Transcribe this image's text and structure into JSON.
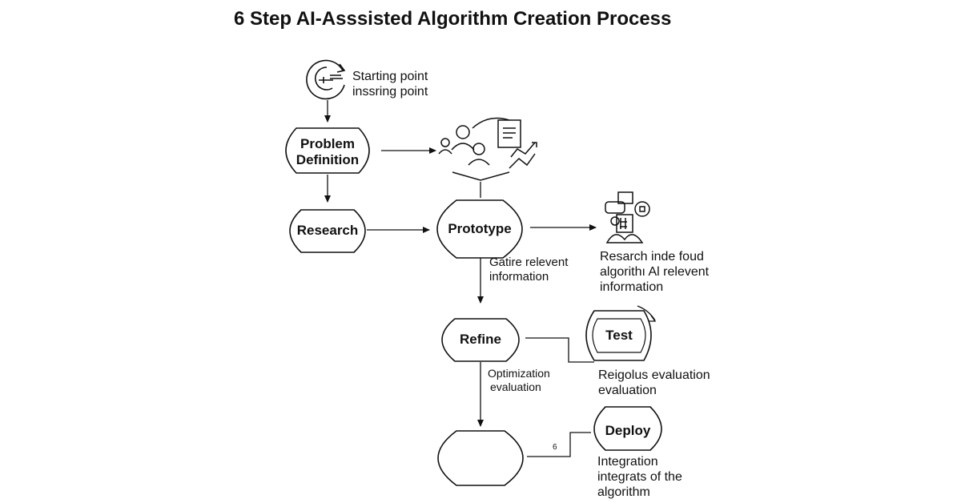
{
  "title": "6 Step AI-Asssisted Algorithm Creation Process",
  "start": {
    "line1": "Starting point",
    "line2": "inssring point"
  },
  "nodes": {
    "problem": {
      "line1": "Problem",
      "line2": "Definition"
    },
    "research": "Research",
    "prototype": "Prototype",
    "refine": "Refine",
    "test": "Test",
    "deploy": "Deploy",
    "blank": ""
  },
  "notes": {
    "gather": {
      "line1": "Gatire relevent",
      "line2": "information"
    },
    "research_found": {
      "line1": "Resarch inde foud",
      "line2": "algorithı Al relevent",
      "line3": "information"
    },
    "optimization": {
      "line1": "Optimization",
      "line2": "evaluation"
    },
    "rigorous": {
      "line1": "Reigolus evaluation",
      "line2": "evaluation"
    },
    "integration": {
      "line1": "Integration",
      "line2": "integrats of the",
      "line3": "algorithm"
    },
    "step_number": "6"
  },
  "icons": [
    "cycle-icon",
    "team-meeting-icon",
    "document-icon",
    "trend-chart-icon",
    "person-computer-icon"
  ],
  "colors": {
    "stroke": "#111111",
    "background": "#ffffff"
  }
}
